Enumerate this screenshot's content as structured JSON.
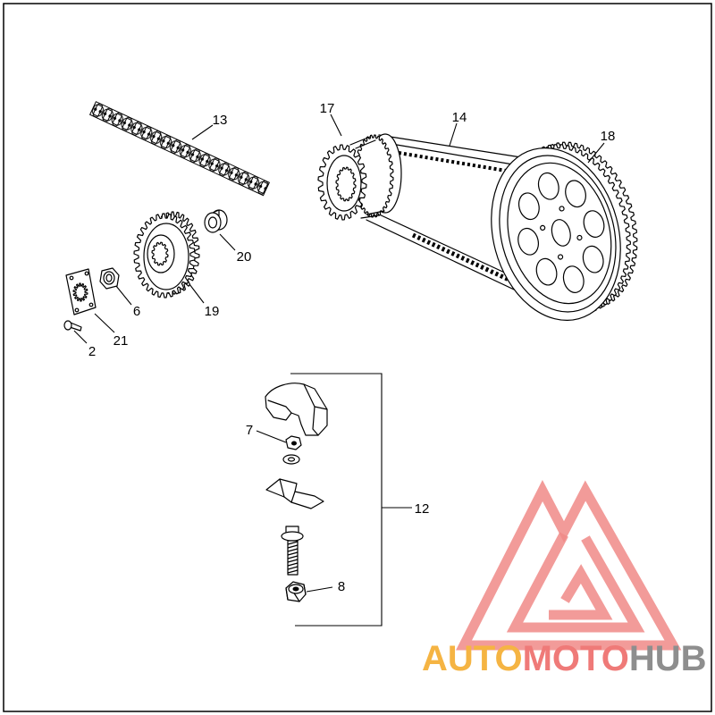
{
  "diagram": {
    "callouts": [
      {
        "label": "13"
      },
      {
        "label": "17"
      },
      {
        "label": "14"
      },
      {
        "label": "18"
      },
      {
        "label": "20"
      },
      {
        "label": "6"
      },
      {
        "label": "19"
      },
      {
        "label": "21"
      },
      {
        "label": "2"
      },
      {
        "label": "7"
      },
      {
        "label": "12"
      },
      {
        "label": "8"
      }
    ]
  },
  "watermark": {
    "logo_icon": "triangle-m-logo-icon",
    "mark_color": "#f08a87",
    "text_parts": [
      {
        "text": "AUTO",
        "color": "#f5b443"
      },
      {
        "text": "MOTO",
        "color": "#ef7a78"
      },
      {
        "text": "HUB",
        "color": "#8e8e8e"
      }
    ]
  }
}
